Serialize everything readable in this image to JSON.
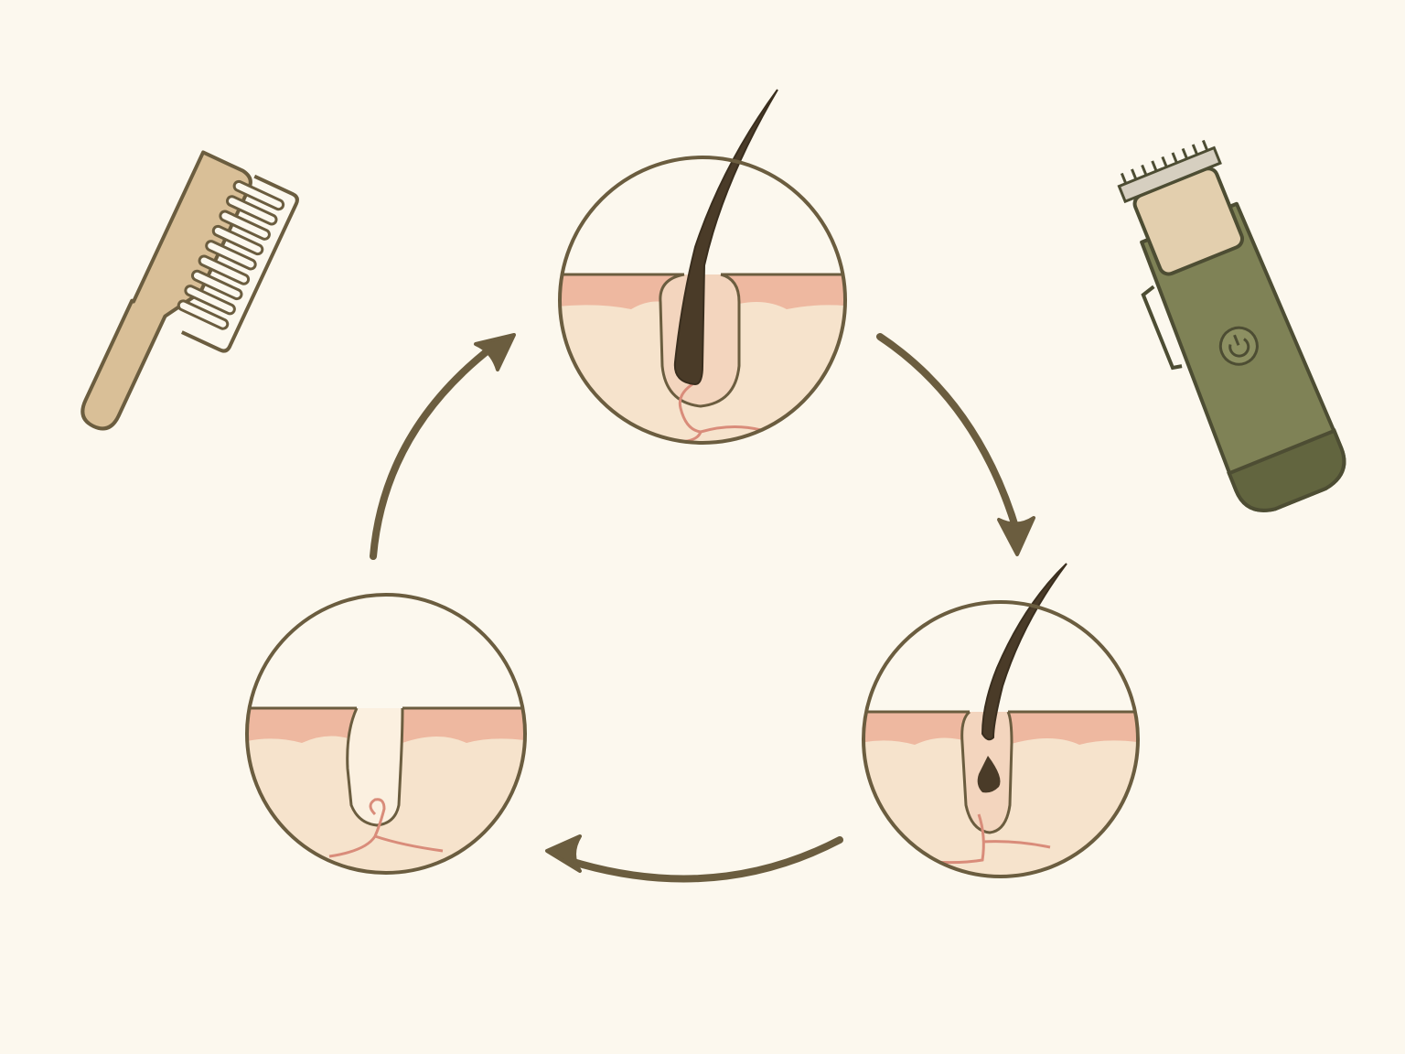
{
  "diagram": {
    "kind": "hair-growth-cycle",
    "stages": [
      {
        "id": "anagen-stage",
        "icon": "full-hair-follicle-icon",
        "state": "growing"
      },
      {
        "id": "catagen-stage",
        "icon": "detaching-hair-follicle-icon",
        "state": "regressing"
      },
      {
        "id": "telogen-stage",
        "icon": "empty-follicle-icon",
        "state": "resting"
      }
    ],
    "cycle_arrows": [
      {
        "from": "anagen-stage",
        "to": "catagen-stage"
      },
      {
        "from": "catagen-stage",
        "to": "telogen-stage"
      },
      {
        "from": "telogen-stage",
        "to": "anagen-stage"
      }
    ],
    "decorations": [
      "comb-icon",
      "hair-clipper-icon"
    ]
  },
  "colors": {
    "background": "#fcf8ee",
    "outline": "#6b5d3f",
    "arrow": "#6b5d3f",
    "skin": "#f6e3cc",
    "skin_layer": "#eeb8a0",
    "hair": "#4a3b28",
    "vessel": "#d98c7a",
    "comb": "#d9bf97",
    "clipper_body": "#7f8256",
    "clipper_head": "#e3cfae"
  }
}
